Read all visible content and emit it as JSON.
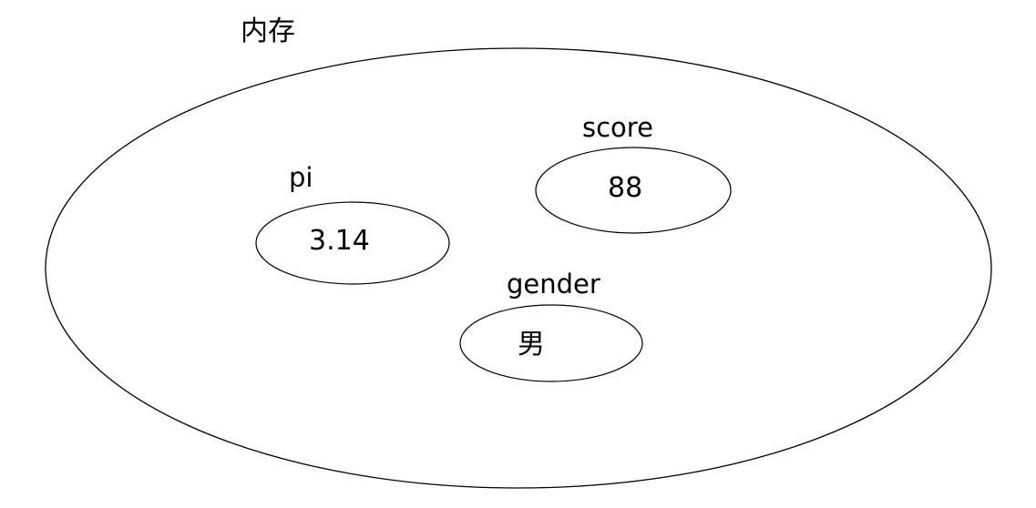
{
  "diagram": {
    "type": "nested-ellipse-memory-diagram",
    "title": "内存",
    "background_color": "#ffffff",
    "stroke_color": "#000000",
    "text_color": "#000000",
    "outer_region": {
      "label": "内存",
      "shape": "ellipse"
    },
    "variables": [
      {
        "name": "pi",
        "value": "3.14",
        "shape": "ellipse"
      },
      {
        "name": "score",
        "value": "88",
        "shape": "ellipse"
      },
      {
        "name": "gender",
        "value": "男",
        "shape": "ellipse"
      }
    ]
  }
}
